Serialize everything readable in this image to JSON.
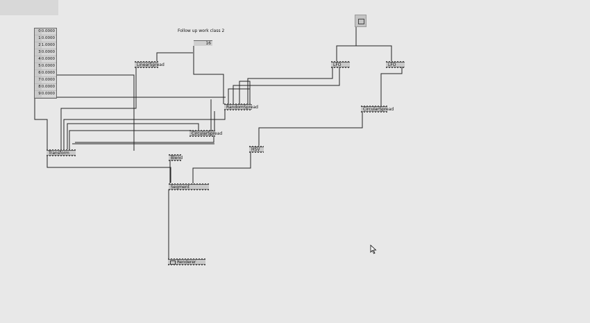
{
  "title": "Follow up work class 2",
  "iobox_value": "16",
  "values": [
    {
      "index": "0",
      "value": "0.0000"
    },
    {
      "index": "1",
      "value": "0.0000"
    },
    {
      "index": "2",
      "value": "1.0000"
    },
    {
      "index": "3",
      "value": "0.0000"
    },
    {
      "index": "4",
      "value": "0.0000"
    },
    {
      "index": "5",
      "value": "0.0000"
    },
    {
      "index": "6",
      "value": "0.0000"
    },
    {
      "index": "7",
      "value": "0.0000"
    },
    {
      "index": "8",
      "value": "0.0000"
    },
    {
      "index": "9",
      "value": "0.0000"
    }
  ],
  "nodes": {
    "linearspread": "LinearSpread",
    "randomspread": "RandomSpread",
    "circularspread1": "CircularSpread",
    "circularspread2": "CircularSpread",
    "transform": "Transform",
    "blend": "Blend",
    "segment": "Segment",
    "renderer": "Renderer",
    "hsv": "HSV",
    "lfo1": "LFO",
    "lfo2": "LFO"
  }
}
